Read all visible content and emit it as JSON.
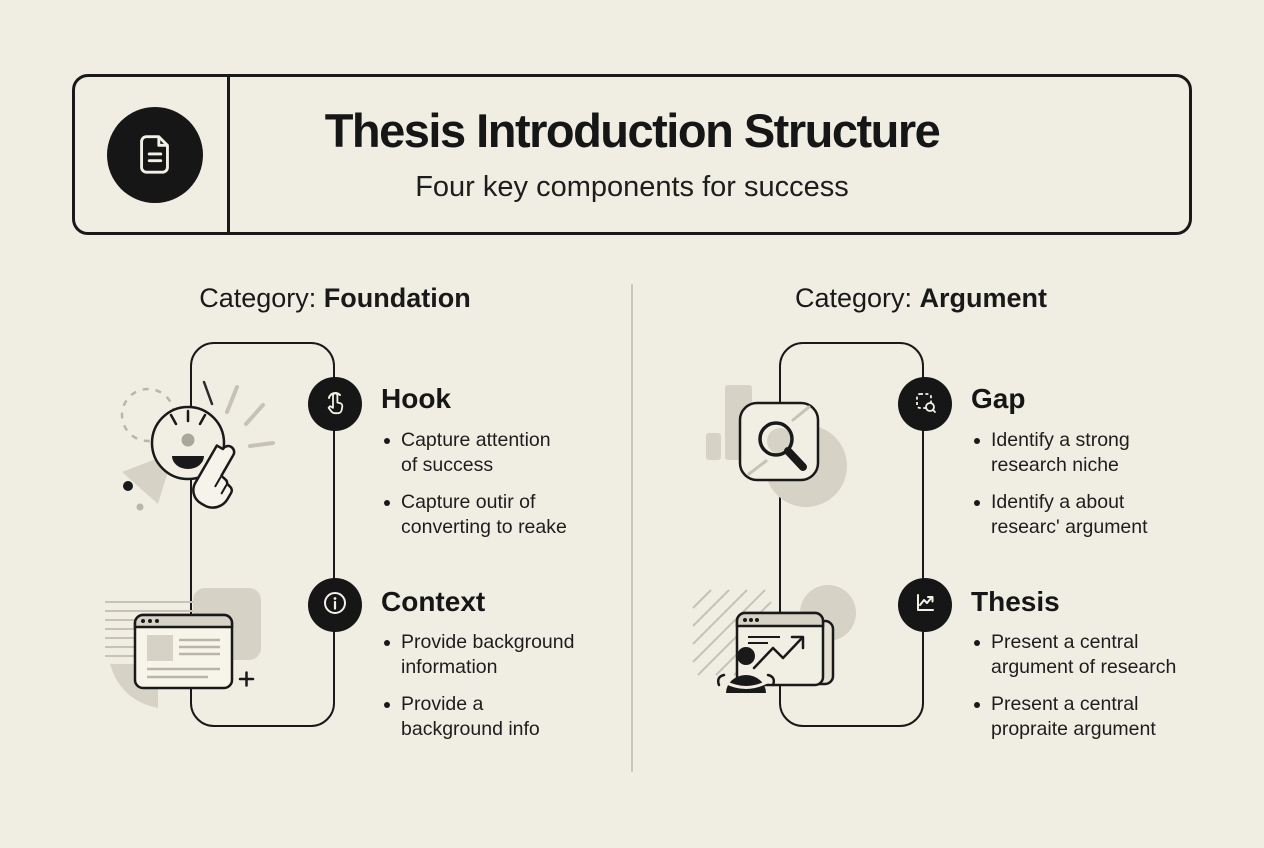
{
  "header": {
    "icon": "document-icon",
    "title": "Thesis Introduction Structure",
    "subtitle": "Four key components for success"
  },
  "columns": [
    {
      "category_label": "Category:",
      "category_value": "Foundation",
      "sections": [
        {
          "icon": "tap-icon",
          "title": "Hook",
          "bullets": [
            "Capture attention\nof success",
            "Capture outir of\nconverting to reake"
          ]
        },
        {
          "icon": "info-icon",
          "title": "Context",
          "bullets": [
            "Provide background\ninformation",
            "Provide a\nbackground info"
          ]
        }
      ],
      "illustrations": [
        "click-hand-illustration",
        "browser-document-illustration"
      ]
    },
    {
      "category_label": "Category:",
      "category_value": "Argument",
      "sections": [
        {
          "icon": "select-area-search-icon",
          "title": "Gap",
          "bullets": [
            "Identify a strong\nresearch niche",
            "Identify a about\nresearc' argument"
          ]
        },
        {
          "icon": "trend-chart-icon",
          "title": "Thesis",
          "bullets": [
            "Present a central\nargument of research",
            "Present a central\npropraite argument"
          ]
        }
      ],
      "illustrations": [
        "magnifier-search-illustration",
        "presenter-growth-chart-illustration"
      ]
    }
  ],
  "colors": {
    "background": "#f0eee3",
    "ink": "#191919",
    "muted_gray": "#d6d3c6",
    "divider": "#c9c6ba",
    "card_cream": "#f6f4ea"
  }
}
